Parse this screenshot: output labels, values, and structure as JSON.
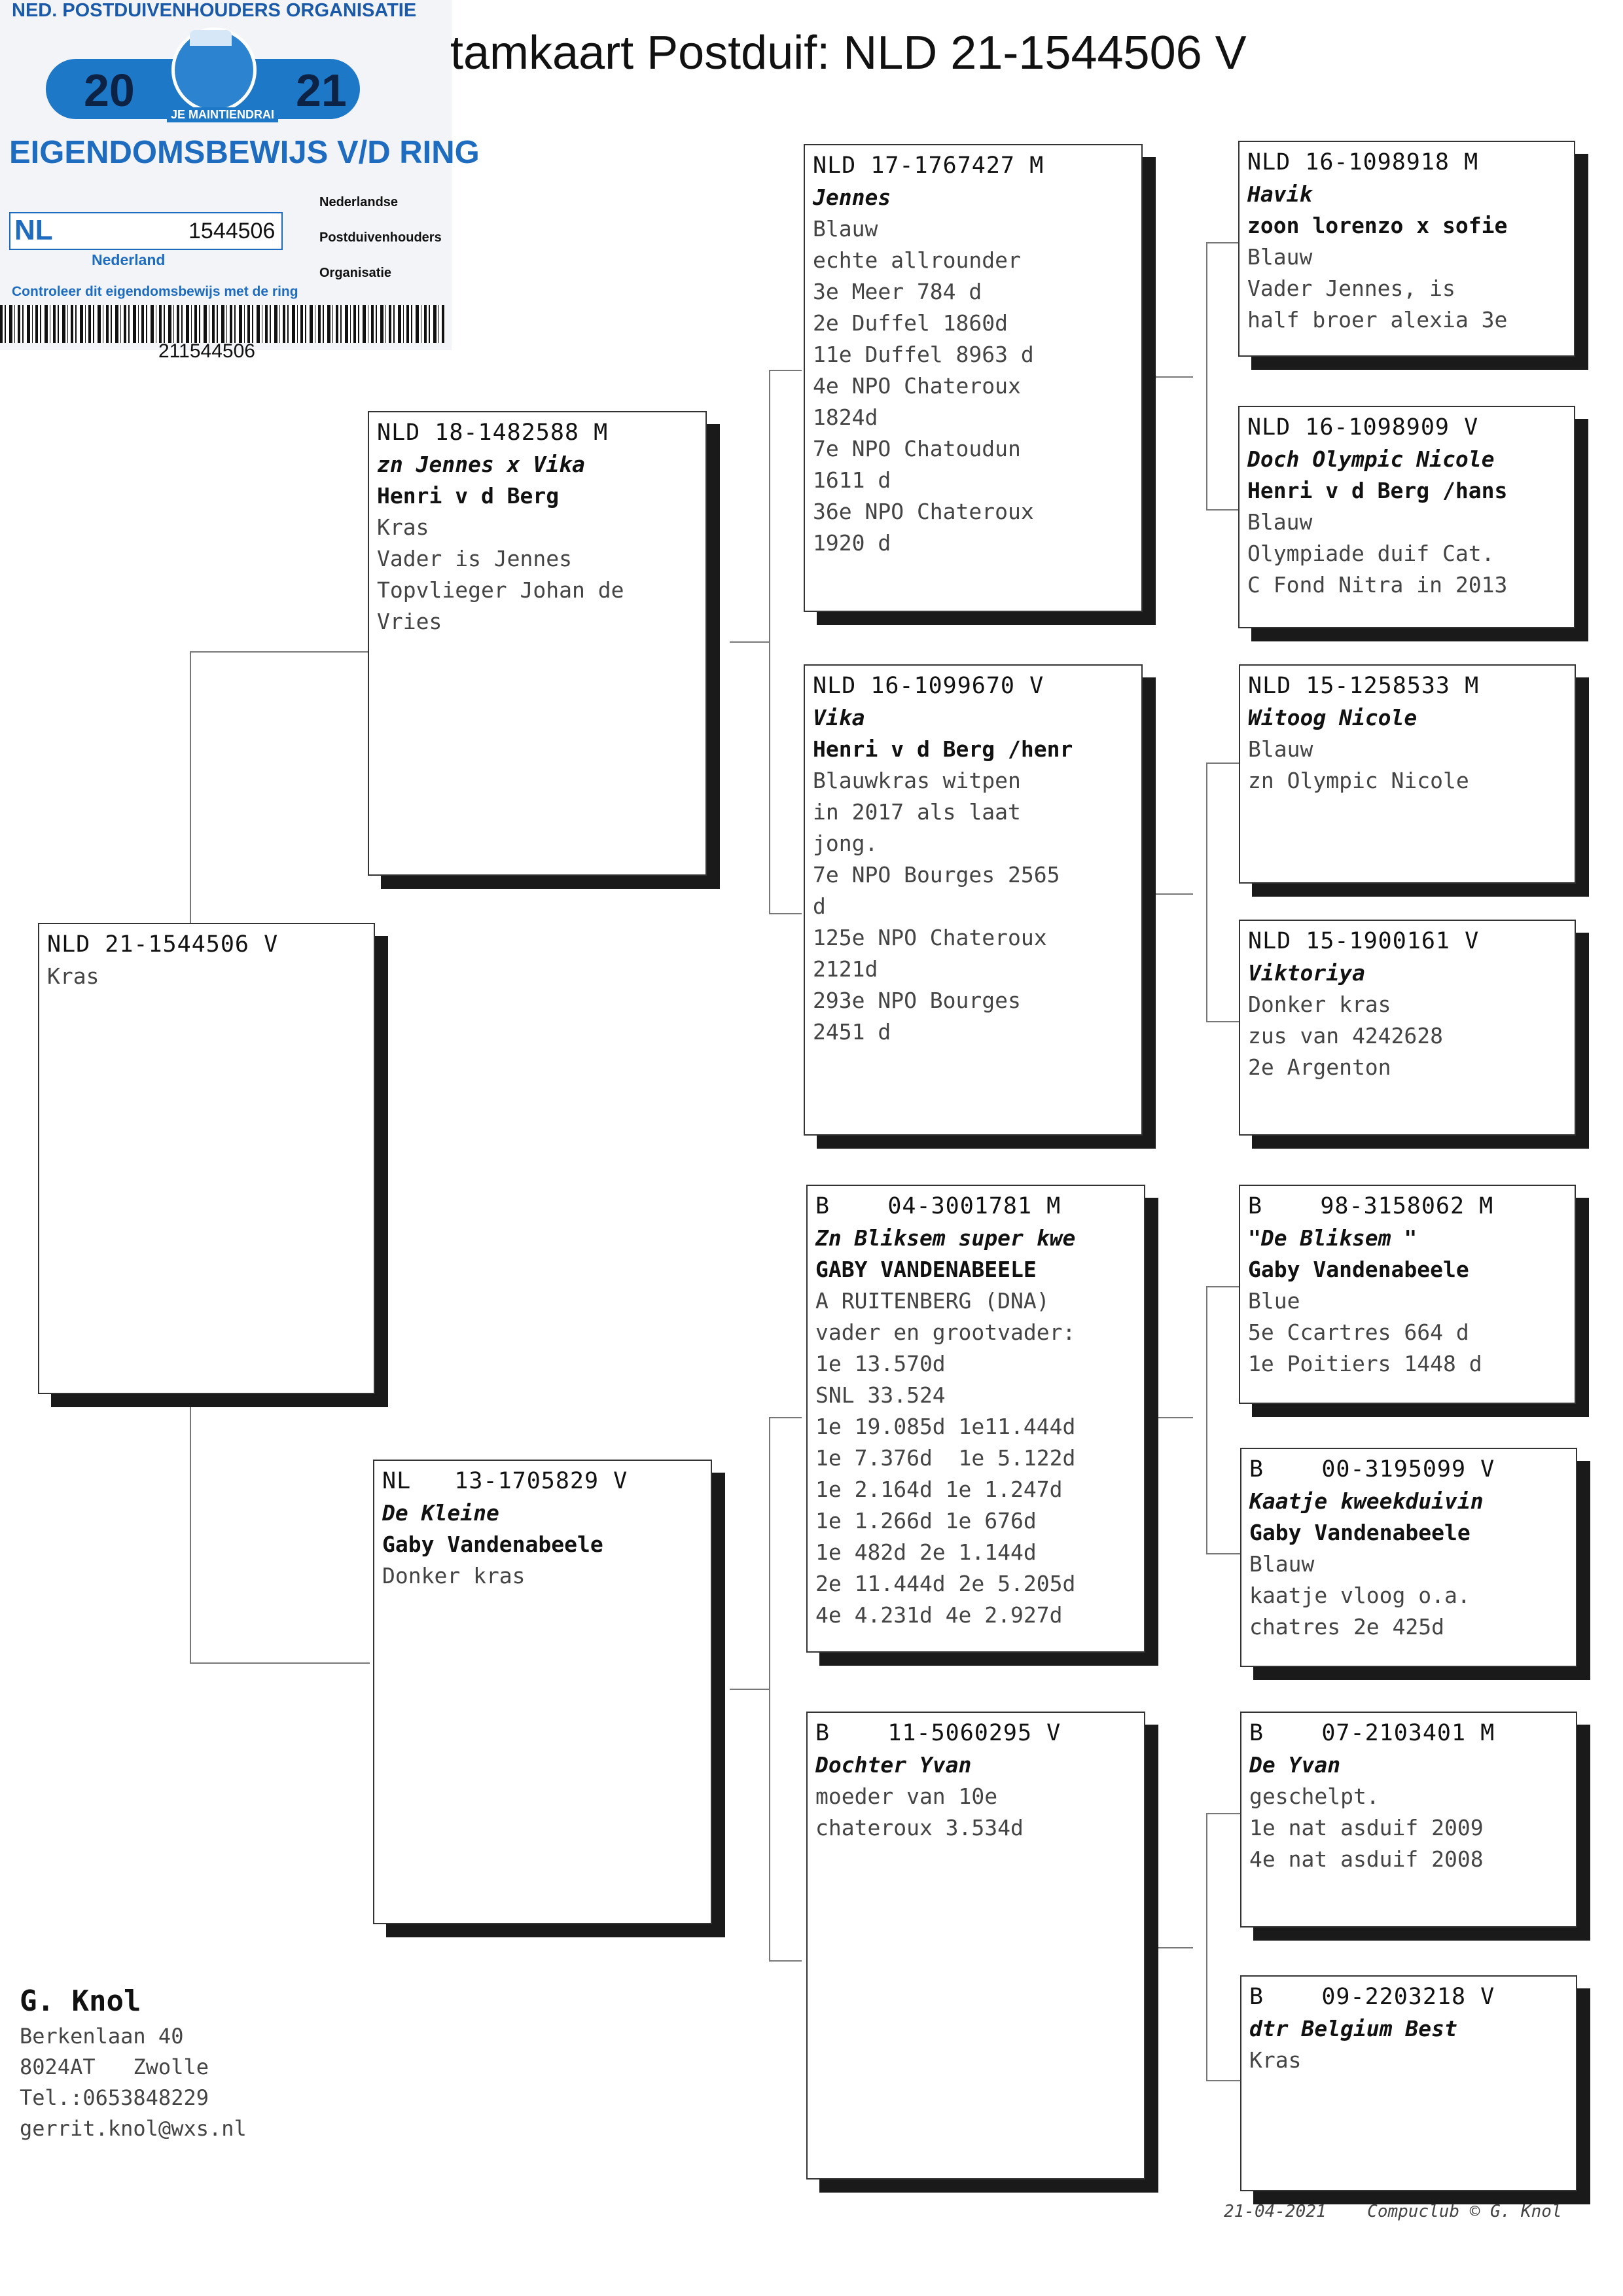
{
  "title": "tamkaart Postduif: NLD 21-1544506 V",
  "card": {
    "org": "NED. POSTDUIVENHOUDERS ORGANISATIE",
    "year_left": "20",
    "year_right": "21",
    "motto": "JE MAINTIENDRAI",
    "heading": "EIGENDOMSBEWIJS V/D RING",
    "country_code": "NL",
    "ring_number": "1544506",
    "country_name": "Nederland",
    "npo_lines": [
      "Nederlandse",
      "Postduivenhouders",
      "Organisatie"
    ],
    "check_text": "Controleer dit eigendomsbewijs met de ring",
    "barcode_number": "211544506"
  },
  "pigeons": {
    "p0": {
      "ring": "NLD 21-1544506 V",
      "lines": [
        "",
        "",
        "Kras"
      ]
    },
    "p1": {
      "ring": "NLD 18-1482588 M",
      "name": "zn Jennes x Vika",
      "owner": "Henri v d Berg",
      "lines": [
        "Kras",
        "Vader is Jennes",
        "Topvlieger Johan de",
        "Vries"
      ]
    },
    "p2": {
      "ring": "NL   13-1705829 V",
      "name": "De Kleine",
      "owner": "Gaby Vandenabeele",
      "lines": [
        "Donker kras"
      ]
    },
    "p3": {
      "ring": "NLD 17-1767427 M",
      "name": "Jennes",
      "lines": [
        "",
        "Blauw",
        "echte allrounder",
        "3e Meer 784 d",
        "2e Duffel 1860d",
        "11e Duffel 8963 d",
        "4e NPO Chateroux",
        "1824d",
        "7e NPO Chatoudun",
        "1611 d",
        "36e NPO Chateroux",
        "1920 d"
      ]
    },
    "p4": {
      "ring": "NLD 16-1099670 V",
      "name": "Vika",
      "owner": "Henri v d Berg /henr",
      "lines": [
        "Blauwkras witpen",
        "in 2017 als laat",
        "jong.",
        "7e NPO Bourges 2565",
        "d",
        "125e NPO Chateroux",
        "2121d",
        "293e NPO Bourges",
        "2451 d"
      ]
    },
    "p5": {
      "ring": "B    04-3001781 M",
      "name": "Zn Bliksem super kwe",
      "owner": "GABY VANDENABEELE",
      "lines": [
        "A RUITENBERG (DNA)",
        "vader en grootvader:",
        "1e 13.570d",
        "SNL 33.524",
        "1e 19.085d 1e11.444d",
        "1e 7.376d  1e 5.122d",
        "1e 2.164d 1e 1.247d",
        "1e 1.266d 1e 676d",
        "1e 482d 2e 1.144d",
        "2e 11.444d 2e 5.205d",
        "4e 4.231d 4e 2.927d"
      ]
    },
    "p6": {
      "ring": "B    11-5060295 V",
      "name": "Dochter Yvan",
      "lines": [
        "",
        "",
        "moeder van 10e",
        "chateroux 3.534d"
      ]
    },
    "p7": {
      "ring": "NLD 16-1098918 M",
      "name": "Havik",
      "owner": "zoon lorenzo x sofie",
      "lines": [
        "Blauw",
        "Vader Jennes, is",
        "half broer alexia 3e"
      ]
    },
    "p8": {
      "ring": "NLD 16-1098909 V",
      "name": "Doch Olympic Nicole",
      "owner": "Henri v d Berg /hans",
      "lines": [
        "Blauw",
        "Olympiade duif Cat.",
        "C Fond Nitra in 2013"
      ]
    },
    "p9": {
      "ring": "NLD 15-1258533 M",
      "name": "Witoog Nicole",
      "lines": [
        "",
        "Blauw",
        "zn Olympic Nicole"
      ]
    },
    "p10": {
      "ring": "NLD 15-1900161 V",
      "name": "Viktoriya",
      "lines": [
        "",
        "Donker kras",
        "zus van 4242628",
        "2e Argenton"
      ]
    },
    "p11": {
      "ring": "B    98-3158062 M",
      "name": "\"De Bliksem \"",
      "owner": "Gaby Vandenabeele",
      "lines": [
        "Blue",
        "5e Ccartres 664 d",
        "1e Poitiers 1448 d"
      ]
    },
    "p12": {
      "ring": "B    00-3195099 V",
      "name": "Kaatje kweekduivin",
      "owner": "Gaby Vandenabeele",
      "lines": [
        "Blauw",
        "kaatje vloog o.a.",
        "chatres 2e 425d"
      ]
    },
    "p13": {
      "ring": "B    07-2103401 M",
      "name": "De Yvan",
      "lines": [
        "",
        "geschelpt.",
        "1e nat asduif 2009",
        "4e nat asduif 2008"
      ]
    },
    "p14": {
      "ring": "B    09-2203218 V",
      "name": "dtr Belgium Best",
      "lines": [
        "",
        "Kras"
      ]
    }
  },
  "owner": {
    "name": "G. Knol",
    "address": "Berkenlaan 40",
    "city": "8024AT   Zwolle",
    "phone": "Tel.:0653848229",
    "email": "gerrit.knol@wxs.nl"
  },
  "stamp": {
    "date": "21-04-2021",
    "software": "Compuclub © G. Knol"
  }
}
